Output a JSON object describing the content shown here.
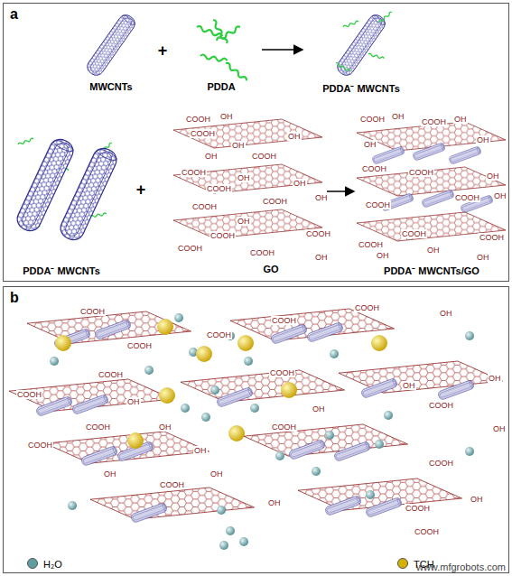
{
  "diagram": {
    "nodes": [
      {
        "text": [
          "a"
        ]
      },
      {
        "text": [
          "b"
        ]
      }
    ],
    "labels": [
      "MWCNTs",
      "+",
      "PDDA",
      "PDDA⁻ MWCNTs",
      "+",
      "COOH",
      "OH",
      "COOH",
      "OH",
      "OH",
      "OH",
      "COOH",
      "COOH",
      "OH",
      "COOH",
      "OH",
      "COOH",
      "COOH",
      "OH",
      "OH",
      "COOH",
      "COOH",
      "COOH",
      "OH",
      "COOH",
      "COOH",
      "OH",
      "COOH",
      "OH",
      "OH",
      "OH",
      "COOH",
      "COOH",
      "OH",
      "COOH",
      "COOH",
      "OH",
      "COOH",
      "COOH",
      "COOH",
      "OH",
      "OH",
      "OH",
      "PDDA⁻ MWCNTs",
      "GO",
      "PDDA⁻ MWCNTs/GO",
      "COOH",
      "COOH",
      "COOH",
      "COOH",
      "COOH",
      "OH",
      "COOH",
      "COOH",
      "OH",
      "COOH",
      "OH",
      "OH",
      "COOH",
      "OH",
      "COOH",
      "COOH",
      "OH",
      "COOH",
      "OH",
      "OH",
      "COOH",
      "OH",
      "COOH",
      "OH",
      "OH",
      "COOH",
      "OH",
      "COOH",
      "www.mfgrobots.com"
    ],
    "legend": [
      {
        "text": "H₂O",
        "color": "#5f9ea0"
      },
      {
        "text": "TCH",
        "color": "#d4b000"
      }
    ]
  }
}
